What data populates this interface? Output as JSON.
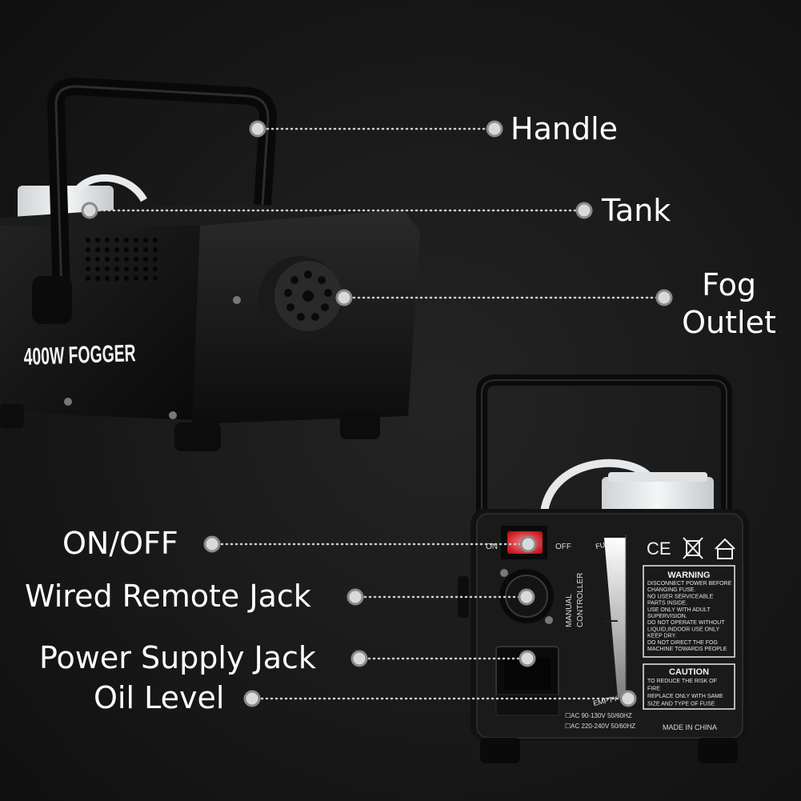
{
  "callouts": {
    "handle": "Handle",
    "tank": "Tank",
    "fog_outlet_line1": "Fog",
    "fog_outlet_line2": "Outlet",
    "on_off": "ON/OFF",
    "wired_remote_jack": "Wired Remote Jack",
    "power_supply_jack": "Power Supply Jack",
    "oil_level": "Oil Level"
  },
  "machine_front": {
    "model_label": "400W FOGGER"
  },
  "machine_back": {
    "switch_on": "ON",
    "switch_off": "OFF",
    "manual_controller_line1": "MANUAL",
    "manual_controller_line2": "CONTROLLER",
    "gauge_full": "FULL",
    "gauge_empty": "EMPTY",
    "ce_mark": "CE",
    "warning_title": "WARNING",
    "warning_lines": [
      "DISCONNECT POWER BEFORE",
      "CHANGING FUSE.",
      "NO USER SERVICEABLE",
      "PARTS INSIDE.",
      "USE ONLY WITH ADULT",
      "SUPERVISION.",
      "DO NOT OPERATE WITHOUT",
      "LIQUID,INDOOR USE ONLY",
      "KEEP DRY.",
      "DO NOT DIRECT THE FOG",
      "MACHINE TOWARDS PEOPLE"
    ],
    "caution_title": "CAUTION",
    "caution_lines": [
      "TO REDUCE THE RISK OF",
      "FIRE",
      "REPLACE ONLY WITH SAME",
      "SIZE AND TYPE OF FUSE"
    ],
    "voltage_line1": "☐AC 90-130V 50/60HZ",
    "voltage_line2": "☐AC 220-240V 50/60HZ",
    "made_in": "MADE IN CHINA"
  },
  "colors": {
    "background": "#151515",
    "callout_text": "#ffffff",
    "callout_dot": "#d9d9d9",
    "switch_red": "#e0262c"
  }
}
